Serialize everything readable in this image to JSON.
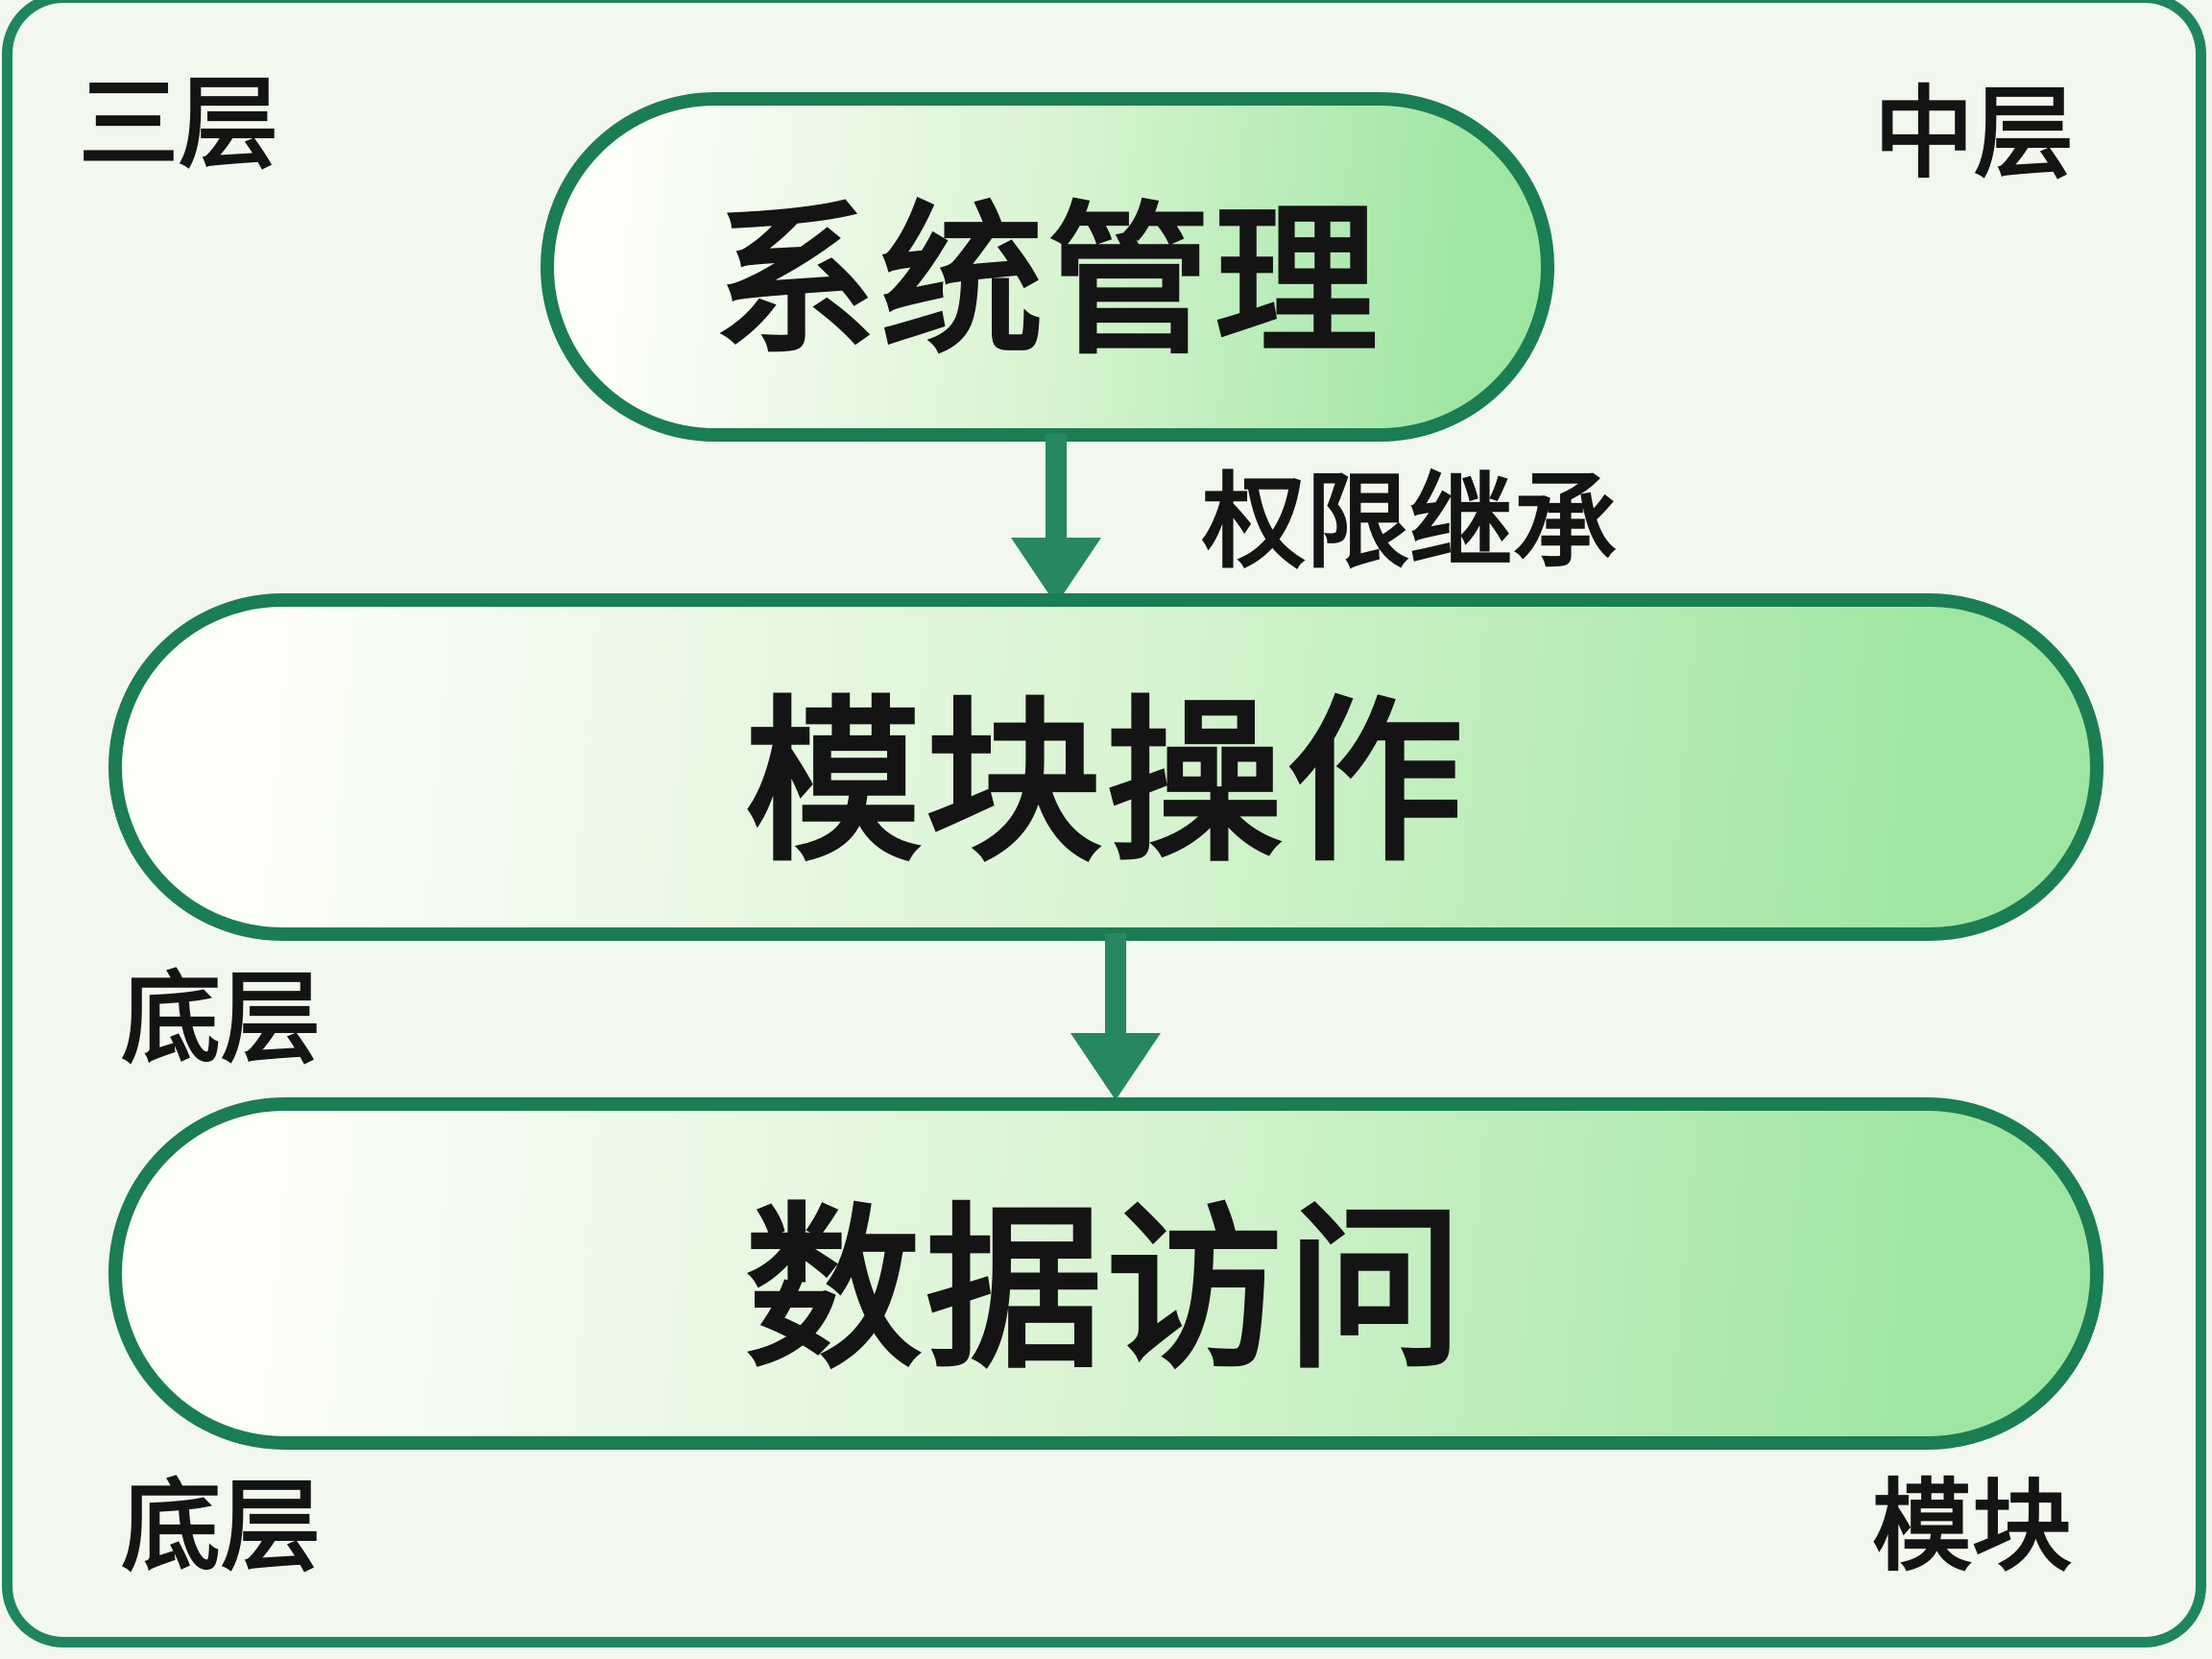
{
  "diagram": {
    "corner_labels": {
      "top_left": "三层",
      "top_right": "中层",
      "middle_left": "底层",
      "bottom_left": "底层",
      "bottom_right": "模块"
    },
    "nodes": [
      {
        "id": "system-management",
        "label": "系统管理"
      },
      {
        "id": "module-operations",
        "label": "模块操作"
      },
      {
        "id": "data-access",
        "label": "数据访问"
      }
    ],
    "edges": [
      {
        "from": "系统管理",
        "to": "模块操作",
        "label": "权限继承"
      },
      {
        "from": "模块操作",
        "to": "数据访问",
        "label": ""
      }
    ],
    "icons": {
      "arrow_down": "▼"
    },
    "colors": {
      "background": "#f2f8ee",
      "frame_border": "#1f8560",
      "node_border": "#1b7d52",
      "node_fill_start": "#fcfef8",
      "node_fill_end": "#9fe6a3",
      "arrow": "#27875e",
      "text": "#141414"
    }
  }
}
